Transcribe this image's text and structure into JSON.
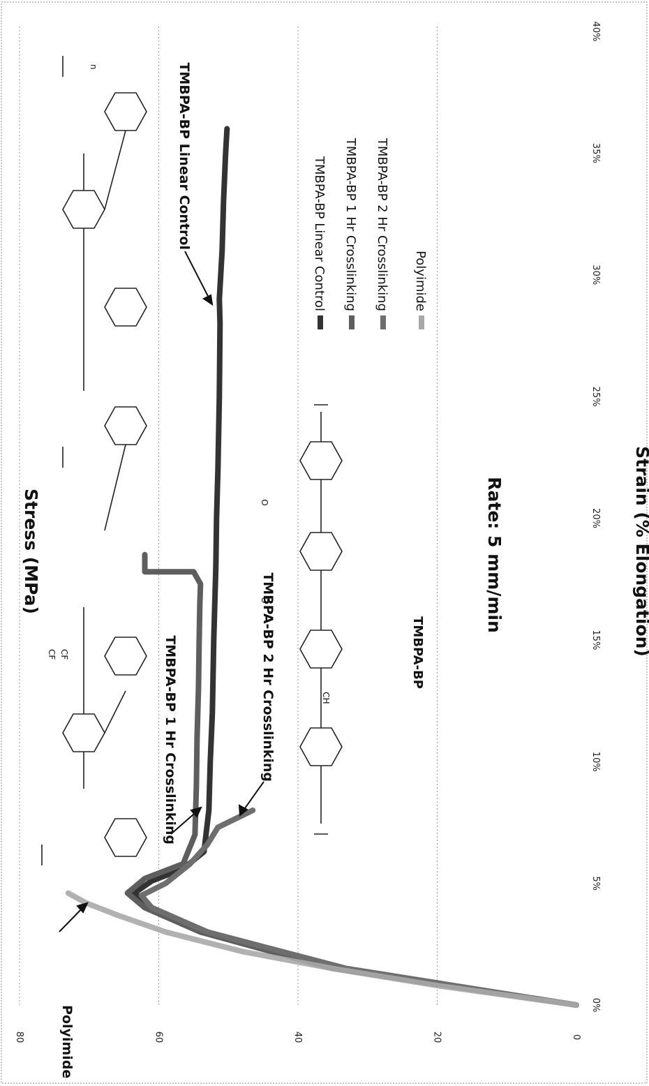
{
  "chart_data": {
    "type": "line",
    "xlabel": "Strain (% Elongation)",
    "ylabel": "Stress (MPa)",
    "xlim": [
      0,
      40
    ],
    "ylim": [
      0,
      80
    ],
    "x_ticks": [
      "0%",
      "5%",
      "10%",
      "15%",
      "20%",
      "25%",
      "30%",
      "35%",
      "40%"
    ],
    "y_ticks": [
      "0",
      "20",
      "40",
      "60",
      "80"
    ],
    "grid": "horizontal dotted",
    "legend_position": "right",
    "colors": {
      "linear": "#333333",
      "hr1": "#5e5e5e",
      "hr2": "#6e6e6e",
      "polyimide": "#a8a8a8"
    },
    "series": [
      {
        "name": "TMBPA-BP Linear Control",
        "x": [
          0,
          1.5,
          3,
          4,
          4.6,
          5.1,
          5.6,
          6.3,
          8,
          10,
          12,
          15,
          18,
          20,
          22,
          25,
          28,
          29,
          31,
          33,
          35,
          36
        ],
        "y": [
          0,
          34,
          53,
          61,
          63.5,
          61,
          56.5,
          53.5,
          52.8,
          52.6,
          52.3,
          52.1,
          51.8,
          51.7,
          51.5,
          51.3,
          51.2,
          51.3,
          50.9,
          50.7,
          50.4,
          50.2
        ]
      },
      {
        "name": "TMBPA-BP 1 Hr Crosslinking",
        "x": [
          0,
          1.5,
          3,
          4,
          4.6,
          5.2,
          5.8,
          7,
          9,
          11,
          13,
          15,
          16.5,
          17.3,
          17.8,
          17.8,
          18.5
        ],
        "y": [
          0,
          35,
          54,
          62,
          64.5,
          62,
          56.5,
          54.8,
          54.6,
          54.5,
          54.3,
          54.2,
          54.1,
          54,
          55,
          62,
          62
        ]
      },
      {
        "name": "TMBPA-BP 2 Hr Crosslinking",
        "x": [
          0,
          1.5,
          3,
          4,
          4.5,
          5,
          5.8,
          6.6,
          7.3,
          8
        ],
        "y": [
          0,
          33,
          53,
          61,
          62.5,
          59,
          55.5,
          53,
          51.5,
          46.5
        ]
      },
      {
        "name": "Polyimide",
        "x": [
          0,
          0.8,
          1.5,
          2.2,
          3,
          3.7,
          4.2,
          4.6
        ],
        "y": [
          0,
          20,
          35,
          48,
          59,
          66,
          70.5,
          73
        ]
      }
    ],
    "annotations": [
      {
        "text": "Polyimide",
        "x": 4,
        "y": 70
      },
      {
        "text": "TMBPA-BP 1 Hr Crosslinking",
        "x": 11,
        "y": 54
      },
      {
        "text": "TMBPA-BP 2 Hr Crosslinking",
        "x": 8.5,
        "y": 47
      },
      {
        "text": "TMBPA-BP Linear Control",
        "x": 29,
        "y": 51
      },
      {
        "text": "Rate: 5 mm/min",
        "x": 19,
        "y": 20
      },
      {
        "text": "TMBPA-BP",
        "x": 14,
        "y": 38
      }
    ]
  }
}
